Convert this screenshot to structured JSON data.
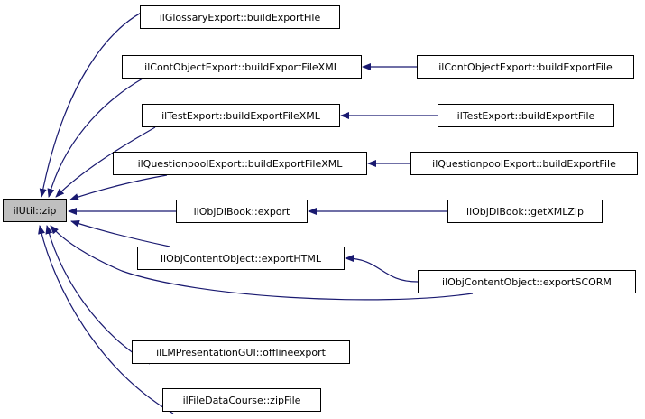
{
  "graph": {
    "edge_color": "#191970",
    "root": "ilUtil::zip",
    "nodes": {
      "root": "ilUtil::zip",
      "glossary_build": "ilGlossaryExport::buildExportFile",
      "contobj_buildxml": "ilContObjectExport::buildExportFileXML",
      "contobj_build": "ilContObjectExport::buildExportFile",
      "test_buildxml": "ilTestExport::buildExportFileXML",
      "test_build": "ilTestExport::buildExportFile",
      "qpool_buildxml": "ilQuestionpoolExport::buildExportFileXML",
      "qpool_build": "ilQuestionpoolExport::buildExportFile",
      "dlbook_export": "ilObjDlBook::export",
      "dlbook_getxmlzip": "ilObjDlBook::getXMLZip",
      "content_exporthtml": "ilObjContentObject::exportHTML",
      "content_exportscorm": "ilObjContentObject::exportSCORM",
      "lmpres_offline": "ilLMPresentationGUI::offlineexport",
      "filedata_zipfile": "ilFileDataCourse::zipFile"
    },
    "edges": [
      [
        "glossary_build",
        "root"
      ],
      [
        "contobj_buildxml",
        "root"
      ],
      [
        "test_buildxml",
        "root"
      ],
      [
        "qpool_buildxml",
        "root"
      ],
      [
        "dlbook_export",
        "root"
      ],
      [
        "content_exporthtml",
        "root"
      ],
      [
        "content_exportscorm",
        "root"
      ],
      [
        "lmpres_offline",
        "root"
      ],
      [
        "filedata_zipfile",
        "root"
      ],
      [
        "contobj_build",
        "contobj_buildxml"
      ],
      [
        "test_build",
        "test_buildxml"
      ],
      [
        "qpool_build",
        "qpool_buildxml"
      ],
      [
        "dlbook_getxmlzip",
        "dlbook_export"
      ],
      [
        "content_exportscorm",
        "content_exporthtml"
      ]
    ]
  }
}
